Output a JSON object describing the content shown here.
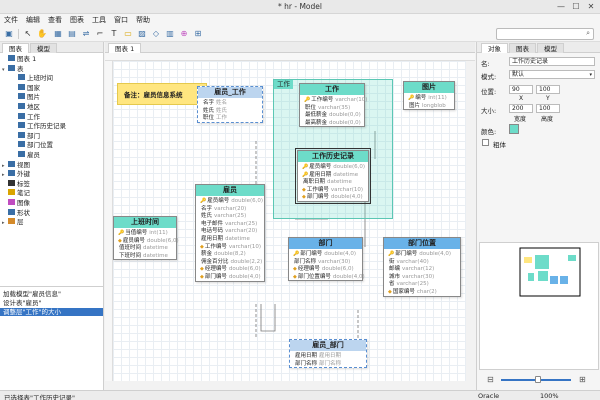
{
  "window": {
    "title": "* hr - Model",
    "minimize": "—",
    "maximize": "☐",
    "close": "✕"
  },
  "menu": [
    "文件",
    "编辑",
    "查看",
    "图表",
    "工具",
    "窗口",
    "帮助"
  ],
  "search": {
    "placeholder": "",
    "icon": "search-icon"
  },
  "left_panel": {
    "tabs": [
      "图表",
      "模型"
    ],
    "tree": [
      {
        "label": "图表 1",
        "indent": 0,
        "icon": "diagram-icon",
        "toggle": ""
      },
      {
        "label": "表",
        "indent": 0,
        "icon": "table-folder-icon",
        "toggle": "▾"
      },
      {
        "label": "上班时间",
        "indent": 1,
        "icon": "table-icon",
        "toggle": ""
      },
      {
        "label": "国家",
        "indent": 1,
        "icon": "table-icon",
        "toggle": ""
      },
      {
        "label": "图片",
        "indent": 1,
        "icon": "table-icon",
        "toggle": ""
      },
      {
        "label": "地区",
        "indent": 1,
        "icon": "table-icon",
        "toggle": ""
      },
      {
        "label": "工作",
        "indent": 1,
        "icon": "table-icon",
        "toggle": ""
      },
      {
        "label": "工作历史记录",
        "indent": 1,
        "icon": "table-icon",
        "toggle": ""
      },
      {
        "label": "部门",
        "indent": 1,
        "icon": "table-icon",
        "toggle": ""
      },
      {
        "label": "部门位置",
        "indent": 1,
        "icon": "table-icon",
        "toggle": ""
      },
      {
        "label": "雇员",
        "indent": 1,
        "icon": "table-icon",
        "toggle": ""
      },
      {
        "label": "视图",
        "indent": 0,
        "icon": "view-icon",
        "toggle": "▸"
      },
      {
        "label": "外键",
        "indent": 0,
        "icon": "foreign-key-icon",
        "toggle": "▸"
      },
      {
        "label": "标签",
        "indent": 0,
        "icon": "label-icon",
        "toggle": ""
      },
      {
        "label": "笔记",
        "indent": 0,
        "icon": "note-icon",
        "toggle": ""
      },
      {
        "label": "图像",
        "indent": 0,
        "icon": "image-icon",
        "toggle": ""
      },
      {
        "label": "形状",
        "indent": 0,
        "icon": "shape-icon",
        "toggle": ""
      },
      {
        "label": "层",
        "indent": 0,
        "icon": "layer-icon",
        "toggle": "▸"
      }
    ],
    "messages": [
      "加载模型\"雇员信息\"",
      "设计表\"雇员\"",
      "调整层\"工作\"的大小"
    ]
  },
  "canvas": {
    "tab": "图表 1",
    "note": "备注：雇员信息系统",
    "layer_label": "工作",
    "entities": {
      "employee_work": {
        "title": "雇员_工作",
        "rows": [
          [
            "名字",
            "姓名"
          ],
          [
            "姓氏",
            "姓氏"
          ],
          [
            "职位",
            "工作"
          ]
        ]
      },
      "job": {
        "title": "工作",
        "rows": [
          [
            "工作编号",
            "varchar(10)"
          ],
          [
            "职位",
            "varchar(35)"
          ],
          [
            "最低薪金",
            "double(0,0)"
          ],
          [
            "最高薪金",
            "double(0,0)"
          ]
        ]
      },
      "picture": {
        "title": "图片",
        "rows": [
          [
            "编号",
            "int(11)"
          ],
          [
            "图片",
            "longblob"
          ]
        ]
      },
      "job_history": {
        "title": "工作历史记录",
        "rows": [
          [
            "雇员编号",
            "double(6,0)"
          ],
          [
            "雇用日期",
            "datetime"
          ],
          [
            "离职日期",
            "datetime"
          ],
          [
            "工作编号",
            "varchar(10)"
          ],
          [
            "部门编号",
            "double(4,0)"
          ]
        ]
      },
      "clock": {
        "title": "上班时间",
        "rows": [
          [
            "当值编号",
            "int(11)"
          ],
          [
            "雇员编号",
            "double(6,0)"
          ],
          [
            "值班时间",
            "datetime"
          ],
          [
            "下班时间",
            "datetime"
          ]
        ]
      },
      "employee": {
        "title": "雇员",
        "rows": [
          [
            "雇员编号",
            "double(6,0)"
          ],
          [
            "名字",
            "varchar(20)"
          ],
          [
            "姓氏",
            "varchar(25)"
          ],
          [
            "电子邮件",
            "varchar(25)"
          ],
          [
            "电话号码",
            "varchar(20)"
          ],
          [
            "雇用日期",
            "datetime"
          ],
          [
            "工作编号",
            "varchar(10)"
          ],
          [
            "薪金",
            "double(8,2)"
          ],
          [
            "佣金百分比",
            "double(2,2)"
          ],
          [
            "经理编号",
            "double(6,0)"
          ],
          [
            "部门编号",
            "double(4,0)"
          ]
        ]
      },
      "department": {
        "title": "部门",
        "rows": [
          [
            "部门编号",
            "double(4,0)"
          ],
          [
            "部门名称",
            "varchar(30)"
          ],
          [
            "经理编号",
            "double(6,0)"
          ],
          [
            "部门位置编号",
            "double(4,0)"
          ]
        ]
      },
      "dept_location": {
        "title": "部门位置",
        "rows": [
          [
            "部门编号",
            "double(4,0)"
          ],
          [
            "街",
            "varchar(40)"
          ],
          [
            "邮编",
            "varchar(12)"
          ],
          [
            "城市",
            "varchar(30)"
          ],
          [
            "省",
            "varchar(25)"
          ],
          [
            "国家编号",
            "char(2)"
          ]
        ]
      },
      "employee_dept": {
        "title": "雇员_部门",
        "rows": [
          [
            "雇用日期",
            "雇用日期"
          ],
          [
            "部门名称",
            "部门名称"
          ]
        ]
      }
    }
  },
  "right_panel": {
    "tabs": [
      "对象",
      "图表",
      "模型"
    ],
    "name_label": "名:",
    "name_value": "工作历史记录",
    "style_label": "模式:",
    "style_value": "默认",
    "pos_label": "位置:",
    "pos_x": "90",
    "pos_y": "100",
    "x_label": "X",
    "y_label": "Y",
    "size_label": "大小:",
    "size_w": "200",
    "size_h": "100",
    "w_label": "宽度",
    "h_label": "高度",
    "color_label": "颜色:",
    "color_value": "#6ddcc9",
    "bold_label": "粗体",
    "zoom_minus": "⊟",
    "zoom_plus": "⊞"
  },
  "status": {
    "left": "已选择表\"工作历史记录\"",
    "db": "Oracle",
    "zoom": "100%"
  },
  "colors": {
    "teal": "#6ddcc9",
    "blue": "#69b2e8",
    "note": "#ffe680",
    "accent": "#3574c4"
  }
}
